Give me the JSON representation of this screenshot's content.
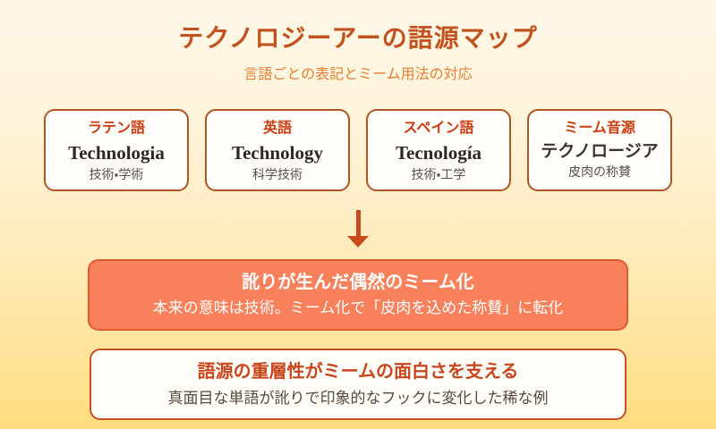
{
  "page": {
    "title": "テクノロジーアーの語源マップ",
    "subtitle": "言語ごとの表記とミーム用法の対応"
  },
  "cards": [
    {
      "label": "ラテン語",
      "word": "Technologia",
      "meaning": "技術・学術"
    },
    {
      "label": "英語",
      "word": "Technology",
      "meaning": "科学技術"
    },
    {
      "label": "スペイン語",
      "word": "Tecnología",
      "meaning": "技術・工学"
    },
    {
      "label": "ミーム音源",
      "word": "テクノロージア",
      "meaning": "皮肉の称賛"
    }
  ],
  "highlight": {
    "title": "訛りが生んだ偶然のミーム化",
    "description": "本来の意味は技術。ミーム化で「皮肉を込めた称賛」に転化"
  },
  "conclusion": {
    "title": "語源の重層性がミームの面白さを支える",
    "description": "真面目な単語が訛りで印象的なフックに変化した稀な例"
  },
  "icons": {
    "down_arrow": "down-arrow"
  },
  "colors": {
    "background_top": "#fff8e9",
    "background_bottom": "#ffdd80",
    "title_text": "#c2531f",
    "subtitle_text": "#e57f35",
    "card_label_text": "#cc3a10",
    "card_border": "#b05523",
    "card_background": "#fffefb",
    "highlight_background": "#f8815c",
    "highlight_border": "#e05a2e",
    "highlight_text": "#ffffff",
    "conclusion_border": "#c85020",
    "conclusion_title_text": "#c8461c",
    "arrow": "#c64a1d"
  }
}
